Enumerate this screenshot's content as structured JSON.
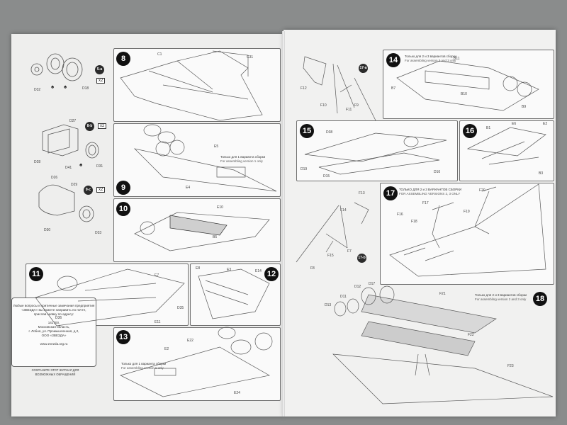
{
  "panels": [
    {
      "id": "8",
      "note": "Только для 1 варианта сборки",
      "note_en": "For assembling version 1 only"
    },
    {
      "id": "9"
    },
    {
      "id": "10"
    },
    {
      "id": "11"
    },
    {
      "id": "12"
    },
    {
      "id": "13",
      "note": "Только для 1 варианта сборки",
      "note_en": "For assembling version 1 only"
    },
    {
      "id": "14",
      "note": "Только для 2 и 3 вариантов сборки",
      "note_en": "For assembling version 2 and 3 only"
    },
    {
      "id": "15"
    },
    {
      "id": "16"
    },
    {
      "id": "17",
      "note": "ТОЛЬКО ДЛЯ 2 и 3 ВАРИАНТОВ СБОРКИ",
      "note_en": "FOR ASSEMBLING VERSIONS 2, 3 ONLY"
    },
    {
      "id": "18",
      "note": "Только для 2 и 3 вариантов сборки",
      "note_en": "For assembling version 2 and 3 only"
    }
  ],
  "subassemblies": {
    "a": "5-a",
    "b": "8-b",
    "c": "9-c",
    "d": "17-a",
    "e": "17-b"
  },
  "quantity": "x2",
  "parts": {
    "left_top": [
      "D32",
      "D18"
    ],
    "left_mid": [
      "D27",
      "D28",
      "D41",
      "D31"
    ],
    "left_low": [
      "D26",
      "D29",
      "D30",
      "D33"
    ],
    "p8": [
      "C1",
      "C31"
    ],
    "p9": [
      "E4",
      "E5"
    ],
    "p10": [
      "E10",
      "B5"
    ],
    "p11": [
      "E7",
      "E11",
      "D36",
      "D35"
    ],
    "p12": [
      "E8",
      "E3",
      "E14"
    ],
    "p13": [
      "E2",
      "E22",
      "E24"
    ],
    "r_top": [
      "F12",
      "F10",
      "F11",
      "F9"
    ],
    "p14": [
      "B7",
      "B11",
      "B10",
      "B9"
    ],
    "p15": [
      "D38",
      "D19",
      "D16",
      "D15"
    ],
    "p16": [
      "B1",
      "E6",
      "E2",
      "B3"
    ],
    "mid_right": [
      "F13",
      "F14",
      "F8",
      "F15",
      "F7"
    ],
    "p17": [
      "F17",
      "F18",
      "F19",
      "F20",
      "F16"
    ],
    "p18": [
      "D11",
      "D13",
      "D12",
      "D17",
      "F21",
      "F22",
      "F23"
    ]
  },
  "info": {
    "lines": [
      "Любые вопросы и критичные замечания предприятия",
      "«ЗВЕЗДА» вы можете направить по почте,",
      "прислав заявку по адресу:",
      "141700,",
      "Московская область,",
      "г. Лобня, ул. Промышленная, д.2,",
      "ООО «ЗВЕЗДА»",
      "www.zvezda.org.ru"
    ],
    "notice": [
      "СОХРАНИТЕ ЭТОТ ЖУРНАЛ ДЛЯ",
      "ВОЗМОЖНЫХ ОБРАЩЕНИЙ"
    ]
  },
  "colors": {
    "panel_border": "#6f6f6f",
    "number_fill": "#111111",
    "page": "#eeeeed",
    "background": "#8a8c8c"
  }
}
